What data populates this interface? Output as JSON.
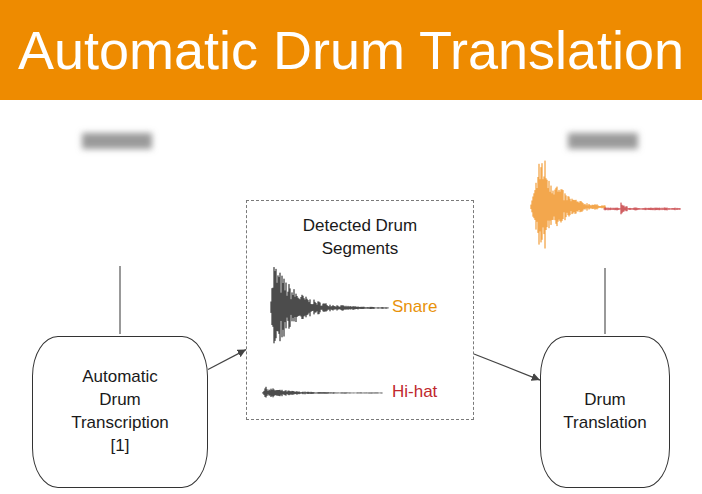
{
  "diagram": {
    "title": "Automatic Drum Translation",
    "nodes": [
      {
        "text": [
          "Automatic Drum Transcription [1]"
        ]
      },
      {
        "text": [
          "Detected Drum Segments"
        ]
      },
      {
        "text": [
          "Drum Translation"
        ]
      }
    ],
    "edges": [
      {
        "from": 0,
        "to": 1,
        "arrow": "to"
      },
      {
        "from": 1,
        "to": 2,
        "arrow": "to"
      }
    ],
    "labels": [
      "Snare",
      "Hi-hat"
    ]
  }
}
